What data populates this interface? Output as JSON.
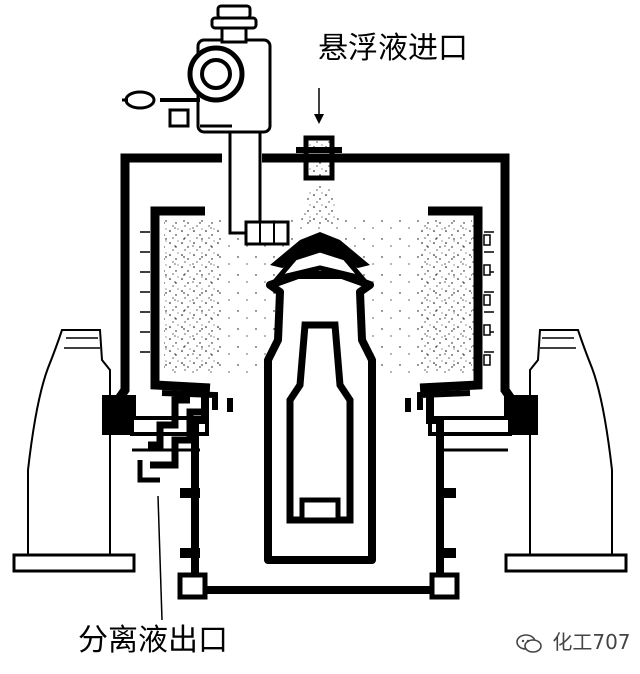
{
  "labels": {
    "suspension_inlet": "悬浮液进口",
    "separated_liquid_outlet": "分离液出口"
  },
  "watermark": {
    "text": "化工707",
    "icon": "wechat-icon"
  },
  "colors": {
    "ink": "#000000",
    "paper": "#ffffff",
    "watermark": "#444444"
  }
}
